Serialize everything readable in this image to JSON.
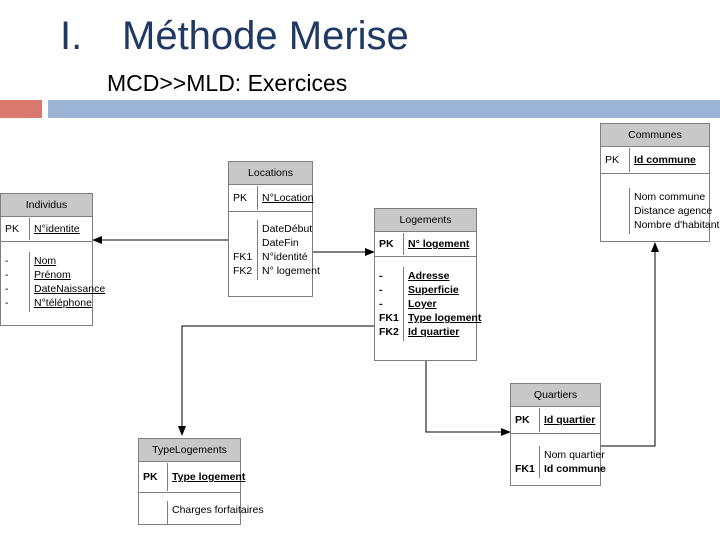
{
  "slide": {
    "title_num": "I.",
    "title": "Méthode Merise",
    "subtitle": "MCD>>MLD: Exercices"
  },
  "colors": {
    "title": "#1f3864",
    "bar_red": "#d9796d",
    "bar_blue": "#9bb4d6",
    "header_fill": "#c8c8c8"
  },
  "entities": {
    "individus": {
      "name": "Individus",
      "pk_key": "PK",
      "pk": "N°identite",
      "fk_keys": [
        "-",
        "-",
        "-",
        "-"
      ],
      "attrs": [
        "Nom",
        "Prénom",
        "DateNaissance",
        "N°téléphone"
      ]
    },
    "locations": {
      "name": "Locations",
      "pk_key": "PK",
      "pk": "N°Location",
      "fk_keys": [
        "",
        "",
        "FK1",
        "FK2"
      ],
      "attrs": [
        "DateDébut",
        "DateFin",
        "N°identité",
        "N° logement"
      ]
    },
    "logements": {
      "name": "Logements",
      "pk_key": "PK",
      "pk": "N° logement",
      "fk_keys": [
        "-",
        "-",
        "-",
        "FK1",
        "FK2"
      ],
      "attrs": [
        "Adresse",
        "Superficie",
        "Loyer",
        "Type logement",
        "Id quartier"
      ]
    },
    "communes": {
      "name": "Communes",
      "pk_key": "PK",
      "pk": "Id commune",
      "fk_keys": [
        "",
        "",
        ""
      ],
      "attrs": [
        "Nom commune",
        "Distance agence",
        "Nombre d'habitants"
      ]
    },
    "quartiers": {
      "name": "Quartiers",
      "pk_key": "PK",
      "pk": "Id quartier",
      "fk_keys": [
        "",
        "FK1"
      ],
      "attrs": [
        "Nom quartier",
        "Id commune"
      ]
    },
    "typelogements": {
      "name": "TypeLogements",
      "pk_key": "PK",
      "pk": "Type logement",
      "attrs": [
        "Charges forfaitaires"
      ]
    }
  }
}
